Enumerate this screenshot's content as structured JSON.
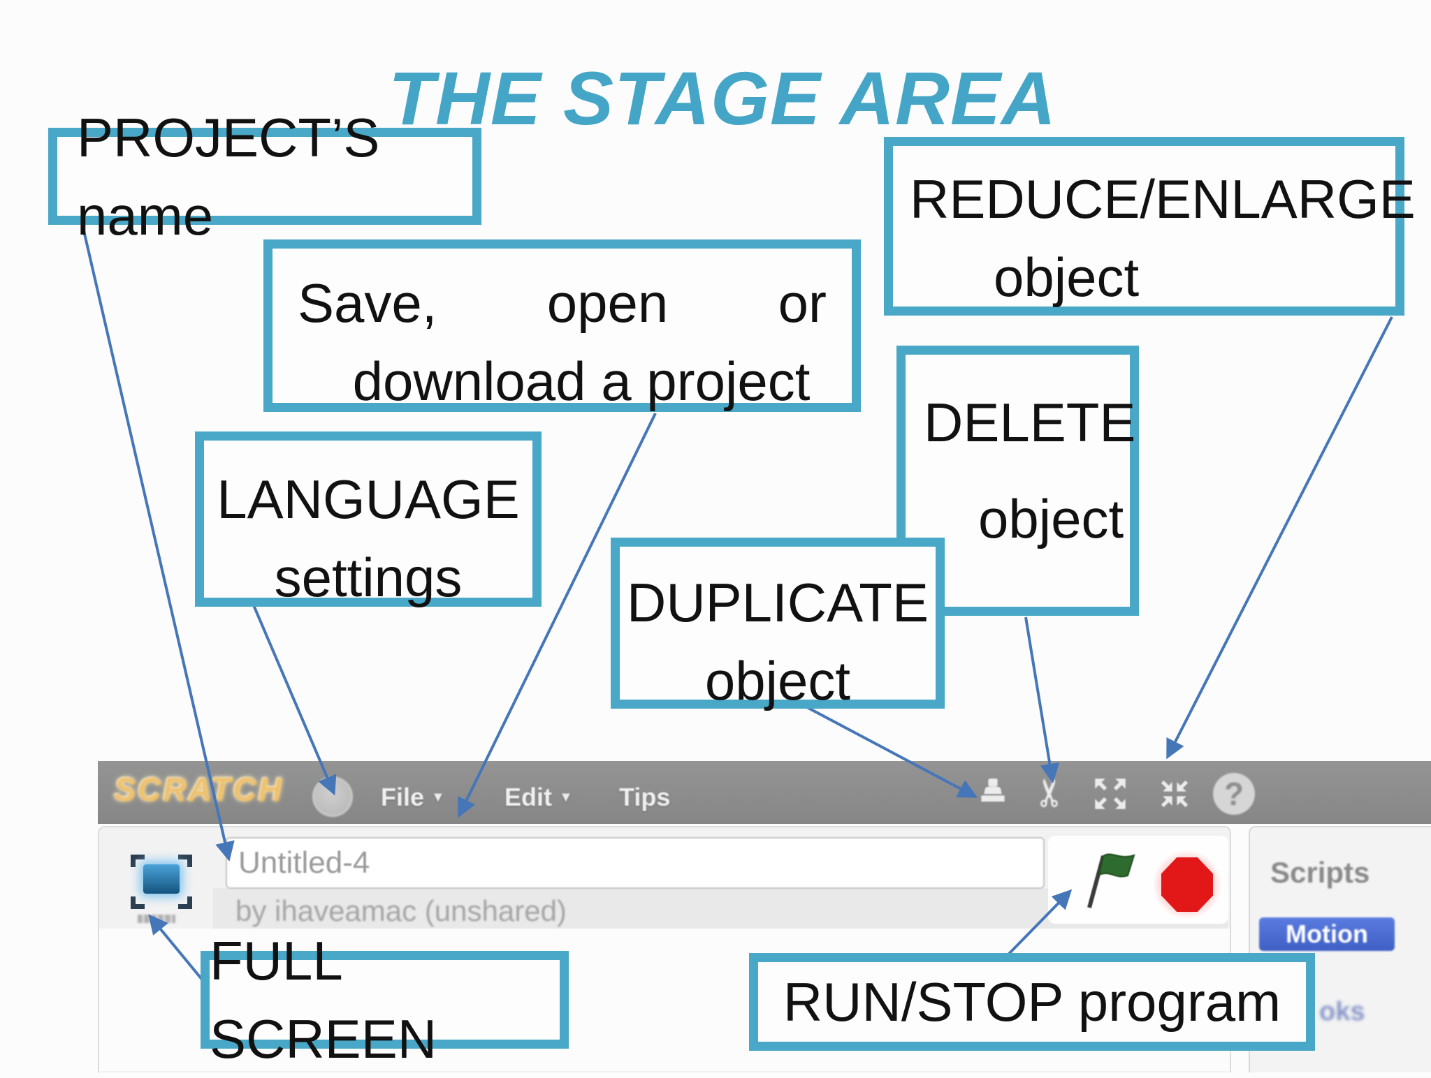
{
  "title": {
    "text": "THE STAGE AREA"
  },
  "callouts": {
    "projects_name": {
      "label": "PROJECT’S name"
    },
    "save_open": {
      "word1": "Save,",
      "word2": "open",
      "word3": "or",
      "line2": "download a project"
    },
    "language": {
      "line1": "LANGUAGE",
      "line2": "settings"
    },
    "reduce_enlarge": {
      "line1": "REDUCE/ENLARGE",
      "line2": "object"
    },
    "delete": {
      "line1": "DELETE",
      "line2": "object"
    },
    "duplicate": {
      "line1": "DUPLICATE",
      "line2": "object"
    },
    "full_screen": {
      "label": "FULL SCREEN"
    },
    "run_stop": {
      "label": "RUN/STOP program"
    }
  },
  "menubar": {
    "logo": "SCRATCH",
    "file_label": "File",
    "edit_label": "Edit",
    "tips_label": "Tips",
    "dropdown_arrow": "▼",
    "help_glyph": "?",
    "scissors_glyph": "✂"
  },
  "stage_header": {
    "project_name_value": "Untitled-4",
    "byline": "by ihaveamac (unshared)"
  },
  "scripts_panel": {
    "title": "Scripts",
    "category_motion": "Motion",
    "category_partial": "oks"
  },
  "colors": {
    "teal_border": "#49a8c7",
    "title_text": "#44a5c7",
    "arrow_blue": "#4576b8",
    "menubar_gray": "#8b8b8b",
    "logo_orange": "#eec170",
    "flag_green": "#2e6b2e",
    "stop_red": "#e21717",
    "motion_blue": "#4a6cd4"
  }
}
